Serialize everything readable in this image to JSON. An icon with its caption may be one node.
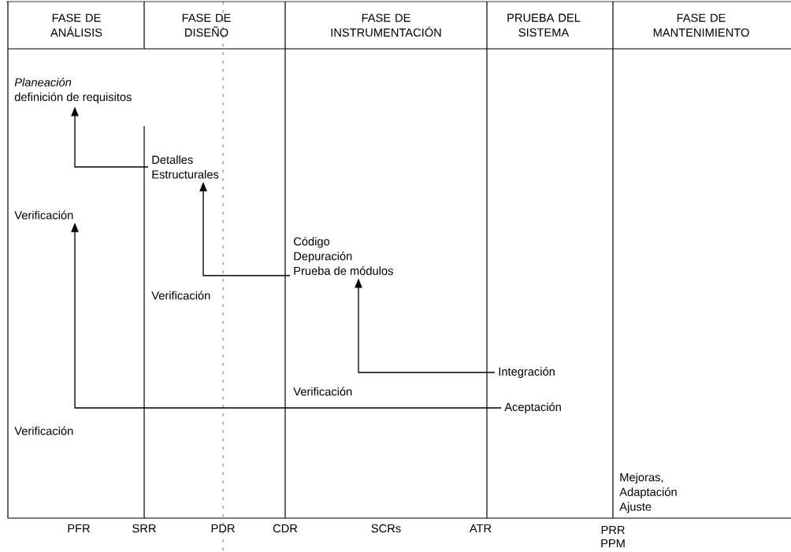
{
  "diagram": {
    "nodes": [
      {
        "text": [
          "Planeación",
          "definición de requisitos"
        ]
      },
      {
        "text": [
          "Detalles Estructurales"
        ]
      },
      {
        "text": [
          "Verificación"
        ]
      },
      {
        "text": [
          "Código",
          "Depuración",
          "Prueba de módulos"
        ]
      },
      {
        "text": [
          "Integración"
        ]
      },
      {
        "text": [
          "Aceptación"
        ]
      }
    ],
    "edges": [
      {
        "from": 1,
        "to": 0,
        "arrow": "to"
      },
      {
        "from": 3,
        "to": 1,
        "arrow": "to"
      },
      {
        "from": 4,
        "to": 3,
        "arrow": "to"
      },
      {
        "from": 5,
        "to": 2,
        "arrow": "to"
      }
    ],
    "labels": [
      "FASE DE ANÁLISIS",
      "FASE DE DISEÑO",
      "FASE DE INSTRUMENTACIÓN",
      "PRUEBA DEL SISTEMA",
      "FASE DE MANTENIMIENTO",
      "Verificación",
      "Verificación",
      "Verificación",
      "Mejoras, Adaptación Ajuste",
      "PFR",
      "SRR",
      "PDR",
      "CDR",
      "SCRs",
      "ATR",
      "PRR",
      "PPM"
    ]
  }
}
